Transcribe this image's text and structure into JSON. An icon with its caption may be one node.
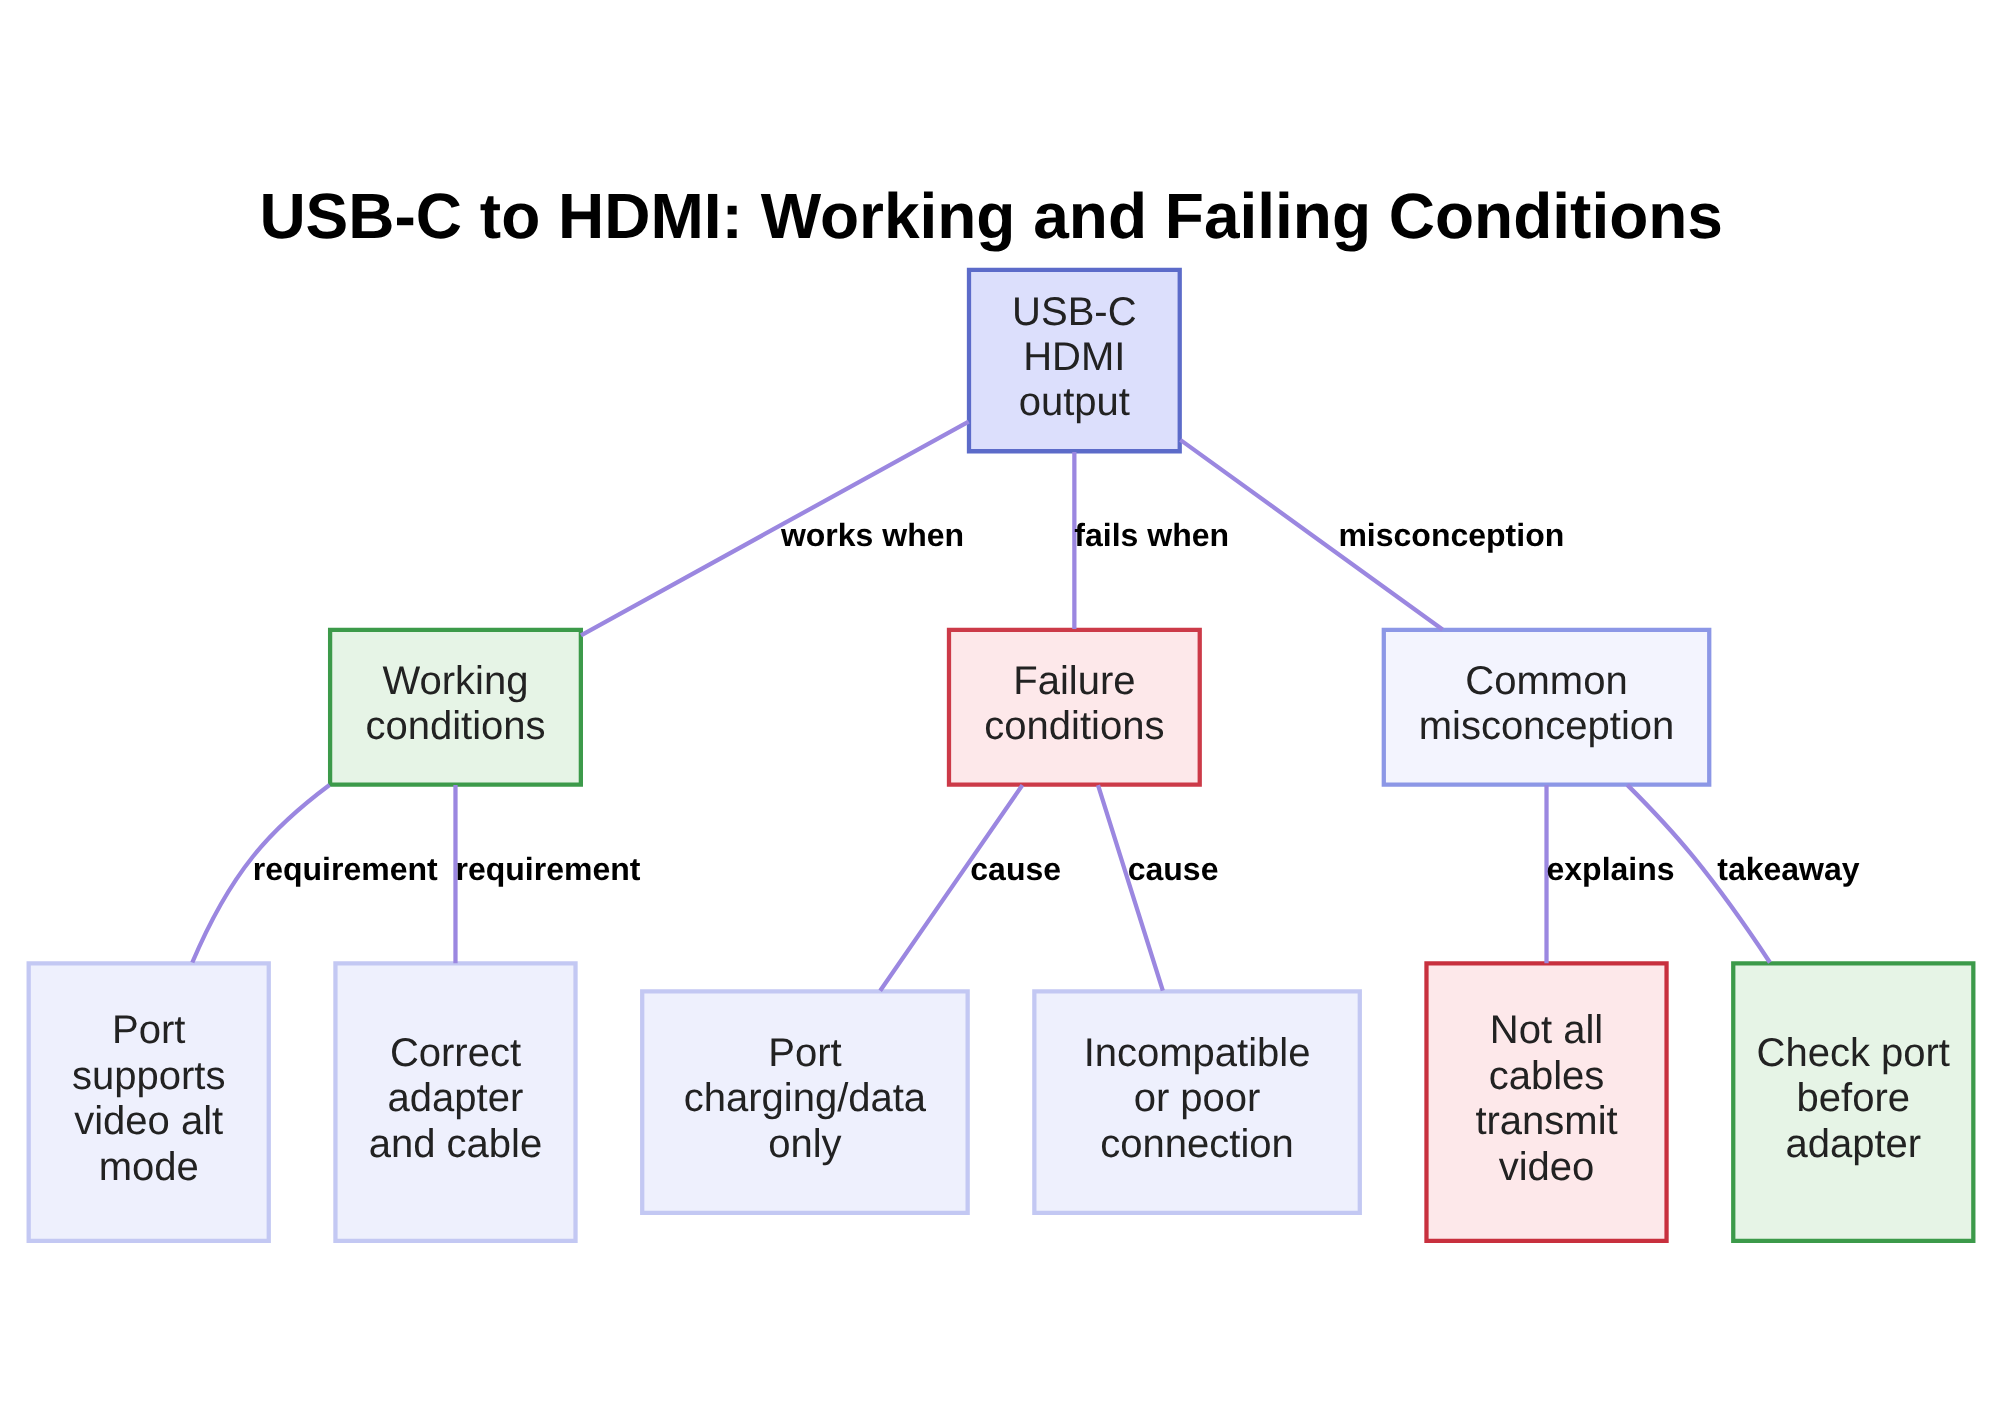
{
  "diagram": {
    "title": "USB-C to HDMI: Working and Failing Conditions",
    "nodes": [
      {
        "text": [
          "USB-C HDMI output"
        ]
      },
      {
        "text": [
          "Working conditions"
        ]
      },
      {
        "text": [
          "Failure conditions"
        ]
      },
      {
        "text": [
          "Common misconception"
        ]
      },
      {
        "text": [
          "Port supports video alt mode"
        ]
      },
      {
        "text": [
          "Correct adapter and cable"
        ]
      },
      {
        "text": [
          "Port charging/data only"
        ]
      },
      {
        "text": [
          "Incompatible or poor connection"
        ]
      },
      {
        "text": [
          "Not all cables transmit video"
        ]
      },
      {
        "text": [
          "Check port before adapter"
        ]
      }
    ],
    "edges": [
      {
        "from": 0,
        "to": 1,
        "arrow": "none",
        "label": "works when"
      },
      {
        "from": 0,
        "to": 2,
        "arrow": "none",
        "label": "fails when"
      },
      {
        "from": 0,
        "to": 3,
        "arrow": "none",
        "label": "misconception"
      },
      {
        "from": 1,
        "to": 4,
        "arrow": "none",
        "label": "requirement"
      },
      {
        "from": 1,
        "to": 5,
        "arrow": "none",
        "label": "requirement"
      },
      {
        "from": 2,
        "to": 6,
        "arrow": "none",
        "label": "cause"
      },
      {
        "from": 2,
        "to": 7,
        "arrow": "none",
        "label": "cause"
      },
      {
        "from": 3,
        "to": 8,
        "arrow": "none",
        "label": "explains"
      },
      {
        "from": 3,
        "to": 9,
        "arrow": "none",
        "label": "takeaway"
      }
    ]
  }
}
